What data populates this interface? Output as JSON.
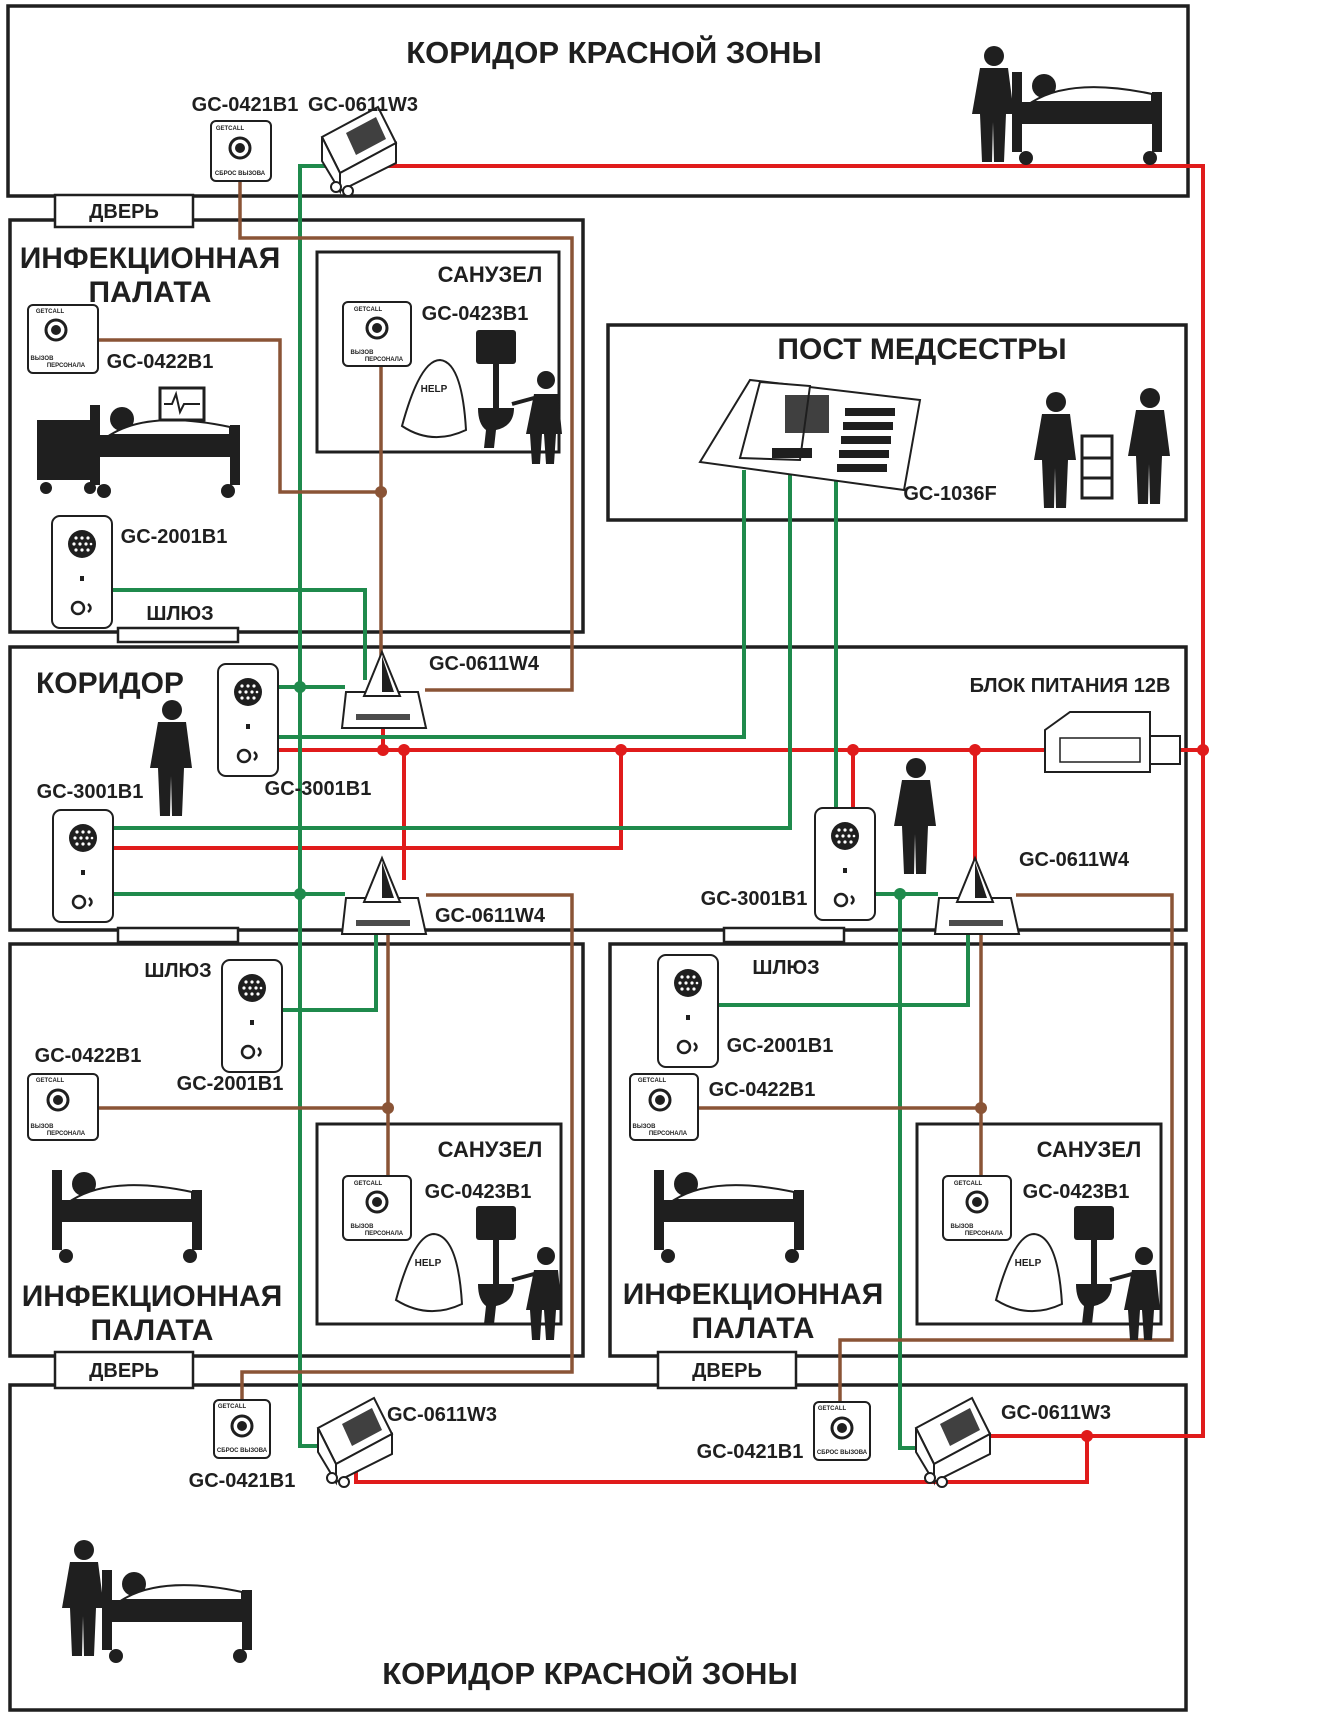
{
  "zones": {
    "top_corridor": "КОРИДОР КРАСНОЙ ЗОНЫ",
    "bottom_corridor": "КОРИДОР КРАСНОЙ ЗОНЫ",
    "middle_corridor": "КОРИДОР",
    "nurse_post": "ПОСТ МЕДСЕСТРЫ",
    "ward_top_line1": "ИНФЕКЦИОННАЯ",
    "ward_top_line2": "ПАЛАТА",
    "ward_bl_line1": "ИНФЕКЦИОННАЯ",
    "ward_bl_line2": "ПАЛАТА",
    "ward_br_line1": "ИНФЕКЦИОННАЯ",
    "ward_br_line2": "ПАЛАТА",
    "bathroom_top": "САНУЗЕЛ",
    "bathroom_bl": "САНУЗЕЛ",
    "bathroom_br": "САНУЗЕЛ"
  },
  "doors": {
    "top": "ДВЕРЬ",
    "bottom_left": "ДВЕРЬ",
    "bottom_right": "ДВЕРЬ",
    "airlock_top": "ШЛЮЗ",
    "airlock_bl": "ШЛЮЗ",
    "airlock_br": "ШЛЮЗ"
  },
  "devices": {
    "top_reset_button": "GC-0421B1",
    "top_hub": "GC-0611W3",
    "top_ward_call_button": "GC-0422B1",
    "top_bath_call_button": "GC-0423B1",
    "top_intercom": "GC-2001B1",
    "corridor_hub_top": "GC-0611W4",
    "nurse_console": "GC-1036F",
    "power_supply": "БЛОК ПИТАНИЯ 12В",
    "corridor_panel_1": "GC-3001B1",
    "corridor_panel_2": "GC-3001B1",
    "corridor_panel_3": "GC-3001B1",
    "corridor_hub_left": "GC-0611W4",
    "corridor_hub_right": "GC-0611W4",
    "bl_intercom": "GC-2001B1",
    "bl_ward_call_button": "GC-0422B1",
    "bl_bath_call_button": "GC-0423B1",
    "br_intercom": "GC-2001B1",
    "br_ward_call_button": "GC-0422B1",
    "br_bath_call_button": "GC-0423B1",
    "bl_reset_button": "GC-0421B1",
    "bl_hub": "GC-0611W3",
    "br_reset_button": "GC-0421B1",
    "br_hub": "GC-0611W3"
  },
  "device_text": {
    "brand": "GETCALL",
    "reset_line": "СБРОС ВЫЗОВА",
    "call_line1": "ВЫЗОВ",
    "call_line2": "ПЕРСОНАЛА",
    "help": "HELP"
  },
  "wire_colors": {
    "power": "#e01b1b",
    "data": "#1f8a4c",
    "call": "#8a5436"
  }
}
